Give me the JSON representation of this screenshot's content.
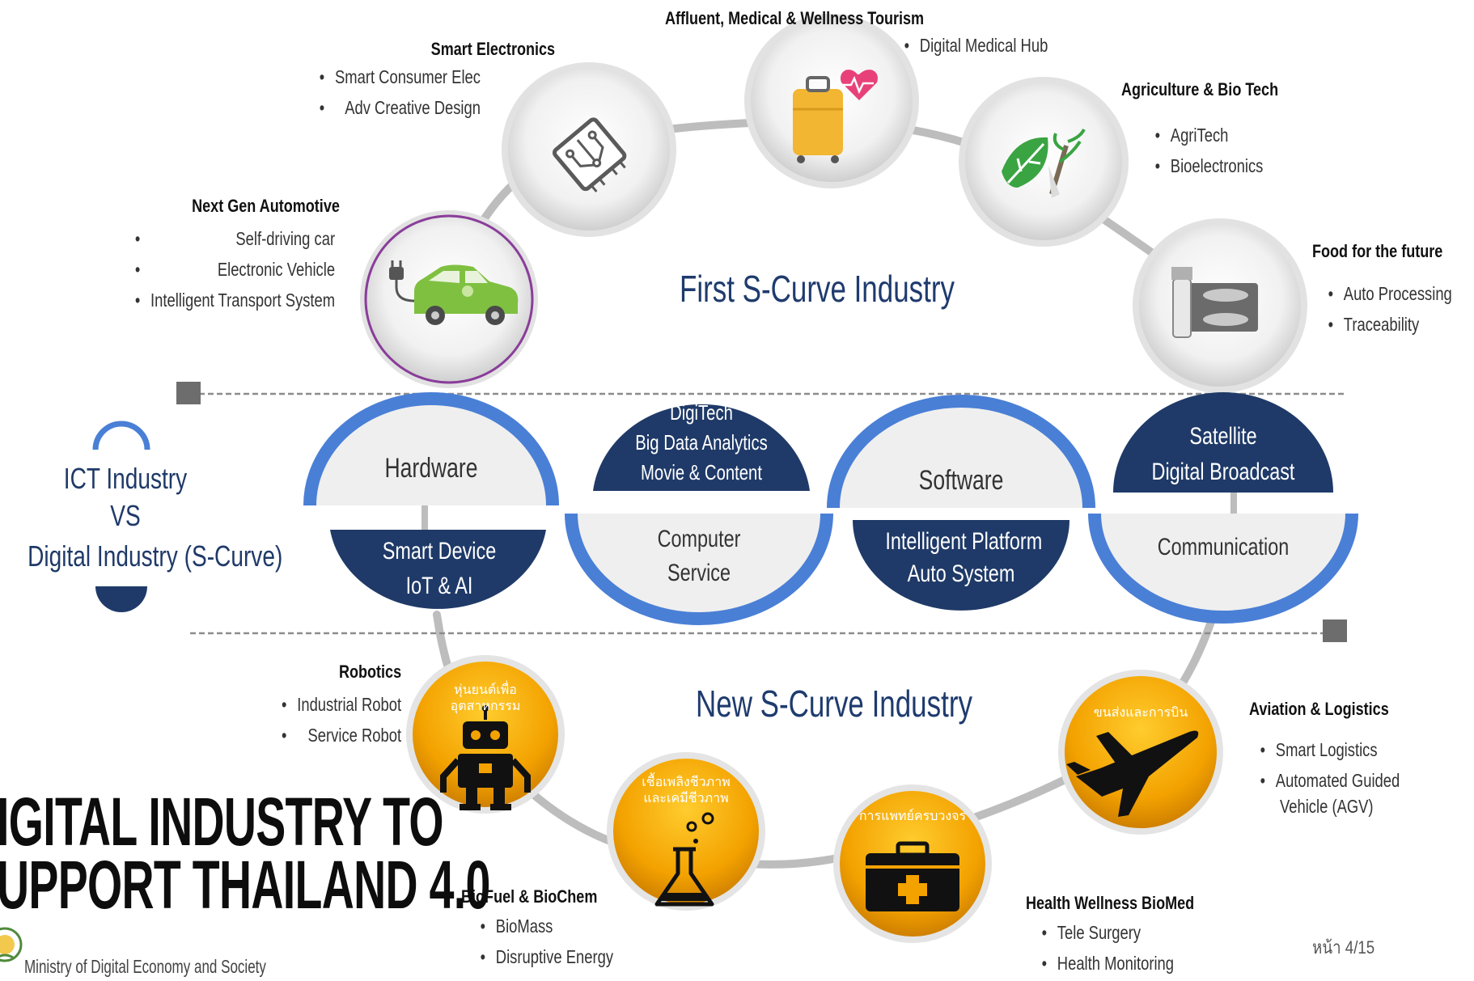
{
  "first_curve": {
    "title": "First S-Curve Industry",
    "items": [
      {
        "heading": "Next Gen Automotive",
        "bullets": [
          "Self-driving car",
          "Electronic Vehicle",
          "Intelligent Transport System"
        ]
      },
      {
        "heading": "Smart Electronics",
        "bullets": [
          "Smart Consumer Elec",
          "Adv Creative Design"
        ]
      },
      {
        "heading": "Affluent, Medical & Wellness Tourism",
        "bullets": [
          "Digital Medical Hub"
        ]
      },
      {
        "heading": "Agriculture & Bio Tech",
        "bullets": [
          "AgriTech",
          "Bioelectronics"
        ]
      },
      {
        "heading": "Food for the future",
        "bullets": [
          "Auto Processing",
          "Traceability"
        ]
      }
    ]
  },
  "middle": {
    "legend": {
      "line1": "ICT Industry",
      "line2": "VS",
      "line3": "Digital Industry (S-Curve)"
    },
    "ict_segments": [
      "Hardware",
      "Computer Service",
      "Software",
      "Communication"
    ],
    "hardware": "Hardware",
    "computer_line1": "Computer",
    "computer_line2": "Service",
    "software": "Software",
    "communication": "Communication",
    "smart_device_line1": "Smart Device",
    "smart_device_line2": "IoT & AI",
    "digitech_line1": "DigiTech",
    "digitech_line2": "Big Data Analytics",
    "digitech_line3": "Movie & Content",
    "platform_line1": "Intelligent Platform",
    "platform_line2": "Auto System",
    "satellite_line1": "Satellite",
    "satellite_line2": "Digital Broadcast"
  },
  "new_curve": {
    "title": "New S-Curve Industry",
    "items": [
      {
        "heading": "Robotics",
        "thai": "หุ่นยนต์เพื่ออุตสาหกรรม",
        "bullets": [
          "Industrial Robot",
          "Service Robot"
        ]
      },
      {
        "heading": "BioFuel & BioChem",
        "thai": "เชื้อเพลิงชีวภาพและเคมีชีวภาพ",
        "bullets": [
          "BioMass",
          "Disruptive Energy"
        ]
      },
      {
        "heading": "Health Wellness BioMed",
        "thai": "การแพทย์ครบวงจร",
        "bullets": [
          "Tele Surgery",
          "Health Monitoring"
        ]
      },
      {
        "heading": "Aviation & Logistics",
        "thai": "ขนส่งและการบิน",
        "bullets": [
          "Smart Logistics",
          "Automated Guided",
          "Vehicle (AGV)"
        ]
      }
    ]
  },
  "footer": {
    "title_line1": "IGITAL INDUSTRY TO",
    "title_line2": "UPPORT THAILAND 4.0",
    "ministry": "Ministry of Digital Economy and Society",
    "page": "หน้า 4/15"
  },
  "colors": {
    "navy": "#1f3a68",
    "blue_ring": "#4a7fd6",
    "orange": "#f5a300",
    "grey_track": "#b9b9b9",
    "title_blue": "#1f3b6e"
  },
  "icons": [
    "ev-car-icon",
    "circuit-board-icon",
    "suitcase-heart-icon",
    "leaf-plant-icon",
    "canned-fish-icon",
    "robot-icon",
    "flask-icon",
    "medical-kit-icon",
    "airplane-icon",
    "ministry-emblem-icon"
  ]
}
